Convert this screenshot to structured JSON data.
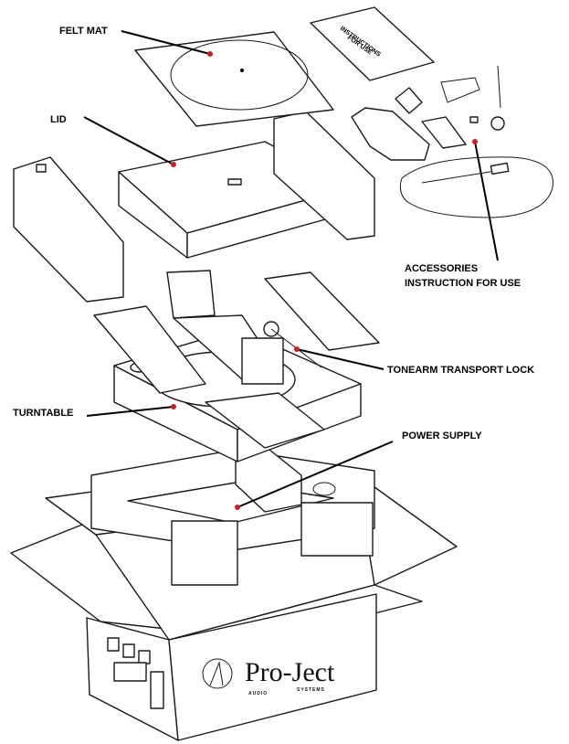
{
  "labels": {
    "felt_mat": "FELT MAT",
    "lid": "LID",
    "accessories_line1": "ACCESSORIES",
    "accessories_line2": "INSTRUCTION FOR USE",
    "tonearm_lock": "TONEARM TRANSPORT LOCK",
    "turntable": "TURNTABLE",
    "power_supply": "POWER SUPPLY"
  },
  "instructions_booklet": {
    "line1": "INSTRUCTIONS",
    "line2": "FOR USE"
  },
  "box_branding": {
    "logo_text": "Pro-Ject",
    "logo_sub_left": "AUDIO",
    "logo_sub_right": "SYSTEMS"
  },
  "colors": {
    "leader_dot": "#d11a2a",
    "line": "#1a1a1a"
  }
}
